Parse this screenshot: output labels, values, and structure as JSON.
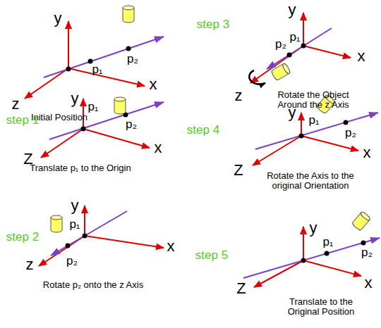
{
  "diagram": {
    "labels": [
      "y",
      "x",
      "z",
      "p₁",
      "p₂",
      "Initial Position",
      "step 1",
      "y",
      "x",
      "Z",
      "p₁",
      "p₂",
      "Translate p₁ to the Origin",
      "step 2",
      "y",
      "x",
      "z",
      "p₁",
      "p₂",
      "Rotate p₂ onto the z Axis",
      "step 3",
      "y",
      "x",
      "z",
      "p₂",
      "p₁",
      "Rotate the Object Around the z Axis",
      "step 4",
      "y",
      "x",
      "Z",
      "p₁",
      "p₂",
      "Rotate the Axis to the original Orientation",
      "step 5",
      "y",
      "x",
      "Z",
      "p₁",
      "p₂",
      "Translate to the Original Position"
    ]
  }
}
